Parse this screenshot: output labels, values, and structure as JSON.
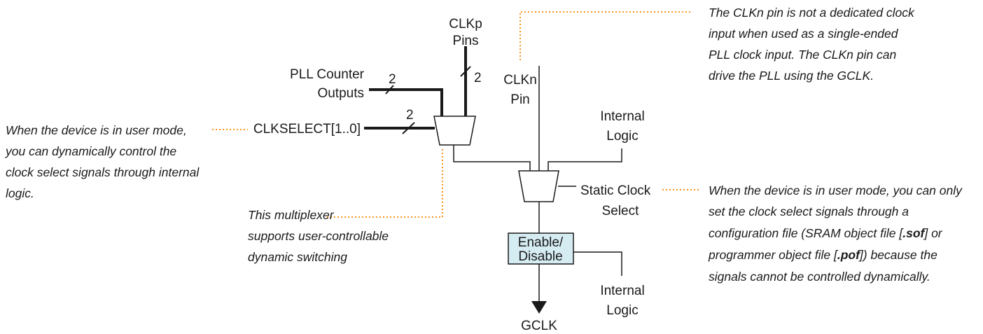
{
  "labels": {
    "clkp_pins_line1": "CLKp",
    "clkp_pins_line2": "Pins",
    "clkp_bus_width": "2",
    "pll_counter_line1": "PLL Counter",
    "pll_counter_line2": "Outputs",
    "pll_bus_width": "2",
    "clkselect": "CLKSELECT[1..0]",
    "clkselect_bus_width": "2",
    "clkn_pin_line1": "CLKn",
    "clkn_pin_line2": "Pin",
    "internal_logic_top_line1": "Internal",
    "internal_logic_top_line2": "Logic",
    "static_clock_select_line1": "Static Clock",
    "static_clock_select_line2": "Select",
    "enable_disable_line1": "Enable/",
    "enable_disable_line2": "Disable",
    "internal_logic_bottom_line1": "Internal",
    "internal_logic_bottom_line2": "Logic",
    "gclk": "GCLK"
  },
  "notes": {
    "clkn_note": [
      "The CLKn pin is not a dedicated clock",
      "input when used as a single-ended",
      "PLL clock input. The CLKn pin can",
      "drive the PLL using the GCLK."
    ],
    "user_mode_dynamic_note": [
      "When the device is in user mode,",
      "you can dynamically control the",
      "clock select signals through internal",
      "logic."
    ],
    "mux_note": [
      "This multiplexer",
      "supports user-controllable",
      "dynamic switching"
    ],
    "static_note": {
      "line1": "When the device is in user mode, you can only",
      "line2": "set the clock select signals through a",
      "line3": "configuration file (SRAM object file [",
      "line3_bold": ".sof",
      "line3_end": "] or",
      "line4": "programmer object file [",
      "line4_bold": ".pof",
      "line4_end": "]) because the",
      "line5": "signals cannot be controlled dynamically."
    }
  },
  "colors": {
    "wire": "#1a1a1a",
    "leader": "#f7941d",
    "enable_box_fill": "#d5ecf3",
    "enable_box_stroke": "#1a1a1a"
  }
}
